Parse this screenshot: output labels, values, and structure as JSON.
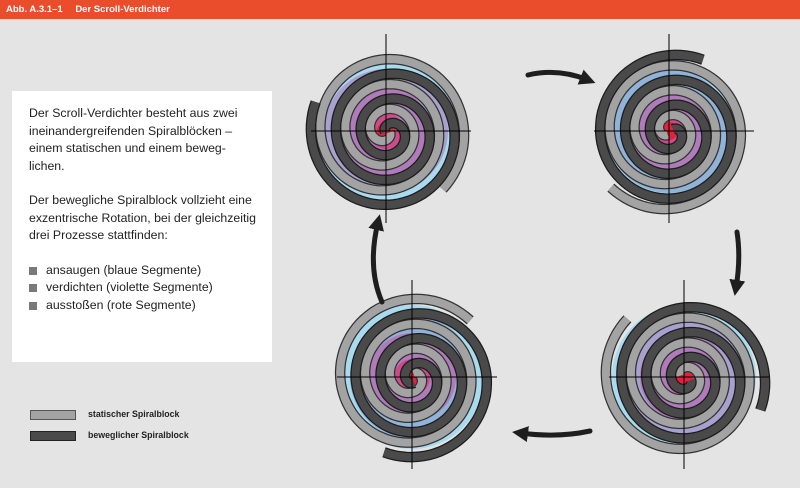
{
  "header": {
    "figure_number": "Abb. A.3.1–1",
    "title": "Der Scroll-Verdichter"
  },
  "description": {
    "paragraph_1": "Der Scroll-Verdichter besteht aus zwei ineinandergreifenden Spiralblöcken – einem statischen und einem beweg-lichen.",
    "paragraph_2": "Der bewegliche Spiralblock vollzieht eine exzentrische Rotation, bei der gleichzeitig drei Prozesse stattfinden:",
    "processes": [
      "ansaugen (blaue Segmente)",
      "verdichten (violette Segmente)",
      "ausstoßen (rote Segmente)"
    ]
  },
  "legend": [
    {
      "label": "statischer Spiralblock",
      "color": "#a3a3a3"
    },
    {
      "label": "beweglicher Spiralblock",
      "color": "#4a4a4a"
    }
  ],
  "colors": {
    "header_background": "#ea4d2c",
    "static_scroll": "#a3a3a3",
    "moving_scroll": "#4a4a4a",
    "suction_blue": "#a8dbef",
    "compression_violet": "#b07bbb",
    "compression_lavender": "#a8a0cf",
    "discharge_red": "#e2223d",
    "arrow": "#1e1e1e"
  },
  "diagram": {
    "stages": [
      {
        "name": "stage-top-left",
        "rotation_deg": 0
      },
      {
        "name": "stage-top-right",
        "rotation_deg": 90
      },
      {
        "name": "stage-bottom-right",
        "rotation_deg": 180
      },
      {
        "name": "stage-bottom-left",
        "rotation_deg": 270
      }
    ],
    "cycle_arrows": [
      "arrow-right",
      "arrow-down",
      "arrow-left",
      "arrow-up"
    ]
  }
}
